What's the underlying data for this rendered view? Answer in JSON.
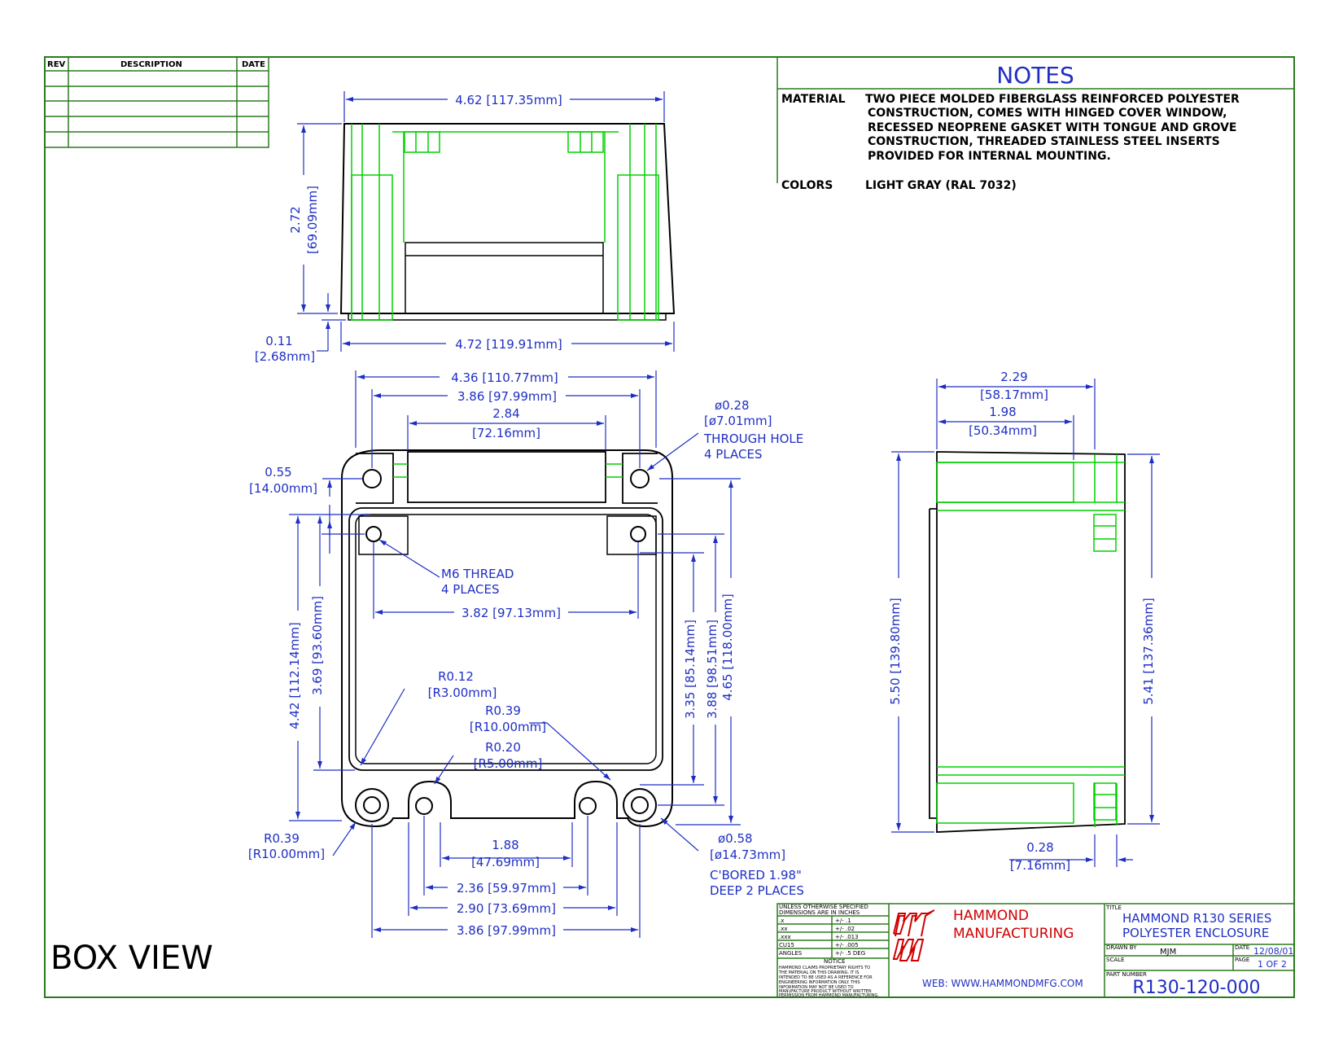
{
  "rev_table": {
    "headers": [
      "REV",
      "DESCRIPTION",
      "DATE"
    ],
    "rows": 5
  },
  "notes": {
    "heading": "NOTES",
    "material_label": "MATERIAL",
    "material_lines": [
      "TWO PIECE MOLDED FIBERGLASS REINFORCED POLYESTER",
      "CONSTRUCTION, COMES WITH HINGED COVER WINDOW,",
      "RECESSED NEOPRENE GASKET WITH TONGUE AND GROVE",
      "CONSTRUCTION, THREADED STAINLESS STEEL INSERTS",
      "PROVIDED FOR INTERNAL MOUNTING."
    ],
    "colors_label": "COLORS",
    "colors_value": "LIGHT GRAY (RAL 7032)"
  },
  "dims": {
    "top_width": "4.62 [117.35mm]",
    "side_h1": "2.72",
    "side_h2": "[69.09mm]",
    "base_h1": "0.11",
    "base_h2": "[2.68mm]",
    "bottom_width": "4.72 [119.91mm]",
    "w_4_36": "4.36 [110.77mm]",
    "w_3_86_top": "3.86 [97.99mm]",
    "w_2_84a": "2.84",
    "w_2_84b": "[72.16mm]",
    "hole_a": "ø0.28",
    "hole_b": "[ø7.01mm]",
    "hole_c": "THROUGH HOLE",
    "hole_d": "4 PLACES",
    "d055a": "0.55",
    "d055b": "[14.00mm]",
    "m6a": "M6 THREAD",
    "m6b": "4 PLACES",
    "w_3_82": "3.82 [97.13mm]",
    "v_4_42": "4.42 [112.14mm]",
    "v_3_69": "3.69 [93.60mm]",
    "r012a": "R0.12",
    "r012b": "[R3.00mm]",
    "r039a": "R0.39",
    "r039b": "[R10.00mm]",
    "r020a": "R0.20",
    "r020b": "[R5.00mm]",
    "v_3_35": "3.35 [85.14mm]",
    "v_3_88": "3.88 [98.51mm]",
    "v_4_65": "4.65 [118.00mm]",
    "r039la": "R0.39",
    "r039lb": "[R10.00mm]",
    "w_1_88a": "1.88",
    "w_1_88b": "[47.69mm]",
    "cb_a": "ø0.58",
    "cb_b": "[ø14.73mm]",
    "cb_c": "C'BORED 1.98\"",
    "cb_d": "DEEP 2 PLACES",
    "w_2_36": "2.36 [59.97mm]",
    "w_2_90": "2.90 [73.69mm]",
    "w_3_86_bot": "3.86 [97.99mm]",
    "w_2_29a": "2.29",
    "w_2_29b": "[58.17mm]",
    "w_1_98a": "1.98",
    "w_1_98b": "[50.34mm]",
    "v_5_50": "5.50 [139.80mm]",
    "v_5_41": "5.41 [137.36mm]",
    "w_0_28a": "0.28",
    "w_0_28b": "[7.16mm]"
  },
  "view_label": "BOX VIEW",
  "title_block": {
    "tol_header1": "UNLESS OTHERWISE SPECIFIED",
    "tol_header2": "DIMENSIONS ARE IN INCHES",
    "tol_rows": [
      [
        ".x",
        "+/- .1"
      ],
      [
        ".xx",
        "+/- .02"
      ],
      [
        ".xxx",
        "+/- .013"
      ],
      [
        "CU15",
        "+/- .005"
      ],
      [
        "ANGLES",
        "+/- .5 DEG"
      ]
    ],
    "notice_title": "NOTICE",
    "notice_lines": [
      "HAMMOND CLAIMS PROPRIETARY RIGHTS TO",
      "THE MATERIAL ON THIS DRAWING. IT IS",
      "INTENDED TO BE USED AS A REFERENCE FOR",
      "ENGINEERING INFORMATION ONLY. THIS",
      "INFORMATION MAY NOT BE USED TO",
      "MANUFACTURE PRODUCT WITHOUT WRITTEN",
      "PERMISSION FROM HAMMOND MANUFACTURING."
    ],
    "company_line1": "HAMMOND",
    "company_line2": "MANUFACTURING",
    "web": "WEB: WWW.HAMMONDMFG.COM",
    "title_label": "TITLE",
    "title_line1": "HAMMOND R130 SERIES",
    "title_line2": "POLYESTER ENCLOSURE",
    "drawn_by_label": "DRAWN BY",
    "drawn_by": "MJM",
    "date_label": "DATE",
    "date": "12/08/01",
    "scale_label": "SCALE",
    "page_label": "PAGE",
    "page": "1 OF 2",
    "part_label": "PART NUMBER",
    "part_number": "R130-120-000"
  },
  "colors": {
    "border": "#2b7a1f",
    "dimension": "#1f2fc4",
    "hidden_line": "#00d000",
    "outline": "#000000",
    "company": "#d00000"
  }
}
